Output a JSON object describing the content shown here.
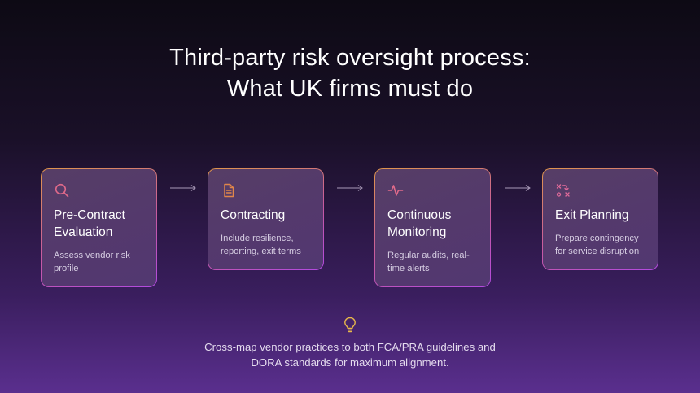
{
  "title": {
    "line1": "Third-party risk oversight process:",
    "line2": "What UK firms must do"
  },
  "steps": [
    {
      "icon": "search-icon",
      "name_lines": [
        "Pre-Contract",
        "Evaluation"
      ],
      "desc_lines": [
        "Assess vendor risk",
        "profile"
      ]
    },
    {
      "icon": "document-icon",
      "name_lines": [
        "Contracting"
      ],
      "desc_lines": [
        "Include resilience,",
        "reporting, exit terms"
      ]
    },
    {
      "icon": "pulse-icon",
      "name_lines": [
        "Continuous",
        "Monitoring"
      ],
      "desc_lines": [
        "Regular audits, real-",
        "time alerts"
      ]
    },
    {
      "icon": "strategy-icon",
      "name_lines": [
        "Exit Planning"
      ],
      "desc_lines": [
        "Prepare contingency",
        "for service disruption"
      ]
    }
  ],
  "footer": {
    "icon": "lightbulb-icon",
    "line1": "Cross-map vendor practices to both FCA/PRA guidelines and",
    "line2": "DORA standards for maximum alignment."
  },
  "colors": {
    "accent_orange": "#e0964a",
    "accent_pink": "#e05a8a",
    "accent_purple": "#b24ae0"
  }
}
